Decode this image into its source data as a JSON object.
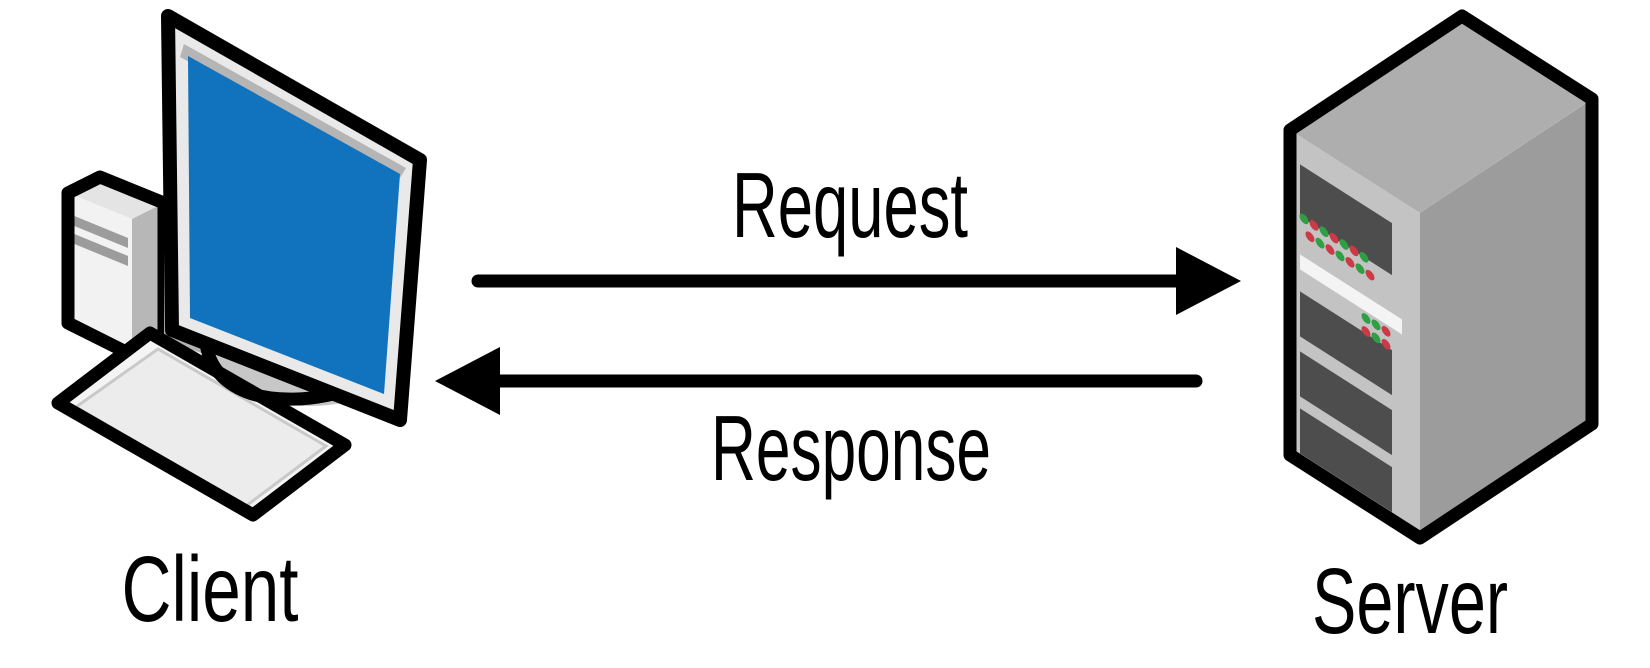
{
  "diagram": {
    "type": "client-server-architecture",
    "nodes": {
      "client": {
        "label": "Client",
        "icon": "desktop-computer-icon"
      },
      "server": {
        "label": "Server",
        "icon": "server-tower-icon"
      }
    },
    "arrows": {
      "request": {
        "label": "Request",
        "from": "client",
        "to": "server",
        "direction": "right"
      },
      "response": {
        "label": "Response",
        "from": "server",
        "to": "client",
        "direction": "left"
      }
    },
    "colors": {
      "background": "#FFFFFF",
      "outline": "#000000",
      "text": "#000000",
      "screen_blue": "#1173BE",
      "monitor_bezel": "#E9E9E9",
      "tower_front": "#F2F2F2",
      "server_front": "#C3C3C3",
      "server_side": "#9C9C9C",
      "server_top": "#AEAEAE",
      "slot_dark": "#4D4D4D",
      "slot_white": "#F4F4F4",
      "led_green": "#2F9E44",
      "led_red": "#CC3A45"
    }
  }
}
